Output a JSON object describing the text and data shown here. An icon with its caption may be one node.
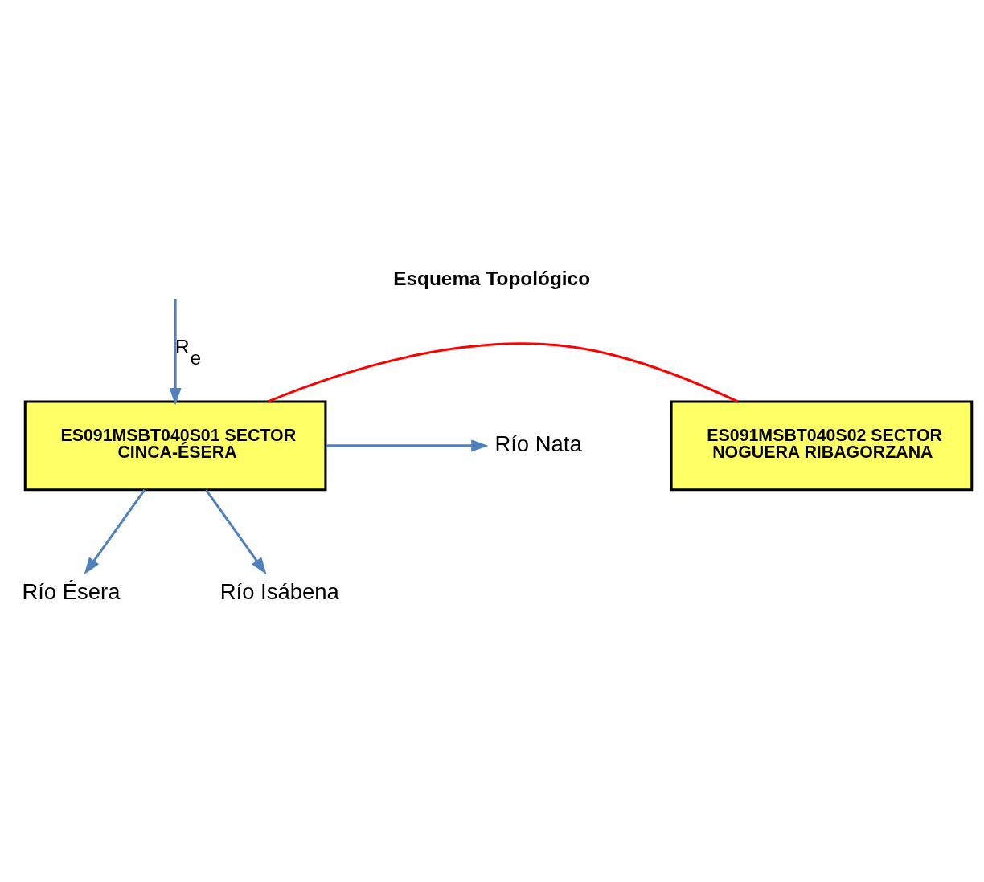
{
  "diagram": {
    "title": "Esquema Topológico",
    "nodes": [
      {
        "text": [
          "ES091MSBT040S01 SECTOR CINCA-ÉSERA"
        ]
      },
      {
        "text": [
          "ES091MSBT040S02 SECTOR NOGUERA RIBAGORZANA"
        ]
      },
      {
        "text": [
          "Río Nata"
        ]
      },
      {
        "text": [
          "Río Ésera"
        ]
      },
      {
        "text": [
          "Río Isábena"
        ]
      }
    ],
    "edges": [
      {
        "from": null,
        "to": 0,
        "arrow": "to",
        "label": "R$_{e}$"
      },
      {
        "from": 0,
        "to": 2,
        "arrow": "to"
      },
      {
        "from": 0,
        "to": 1,
        "arrow": "none",
        "color": "#ff0000"
      },
      {
        "from": 0,
        "to": 3,
        "arrow": "to"
      },
      {
        "from": 0,
        "to": 4,
        "arrow": "to"
      }
    ]
  }
}
